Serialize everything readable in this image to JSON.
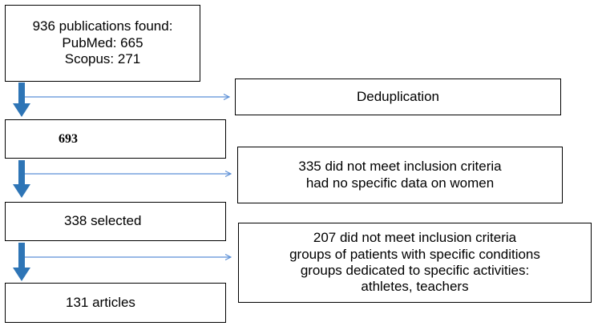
{
  "colors": {
    "border": "#000000",
    "arrow_main": "#2e75b6",
    "arrow_branch": "#5b8fd6"
  },
  "flow": {
    "found": {
      "lines": [
        "936 publications found:",
        "PubMed: 665",
        "Scopus: 271"
      ]
    },
    "dedup": {
      "label": "Deduplication"
    },
    "after_dedup": {
      "count": "693"
    },
    "excluded_1": {
      "lines": [
        "335 did not meet inclusion criteria",
        "had no specific data on women"
      ]
    },
    "selected": {
      "label": "338 selected"
    },
    "excluded_2": {
      "lines": [
        "207 did not meet inclusion criteria",
        "groups of patients with specific conditions",
        "groups dedicated to specific activities:",
        "athletes, teachers"
      ]
    },
    "final": {
      "label": "131 articles"
    }
  }
}
